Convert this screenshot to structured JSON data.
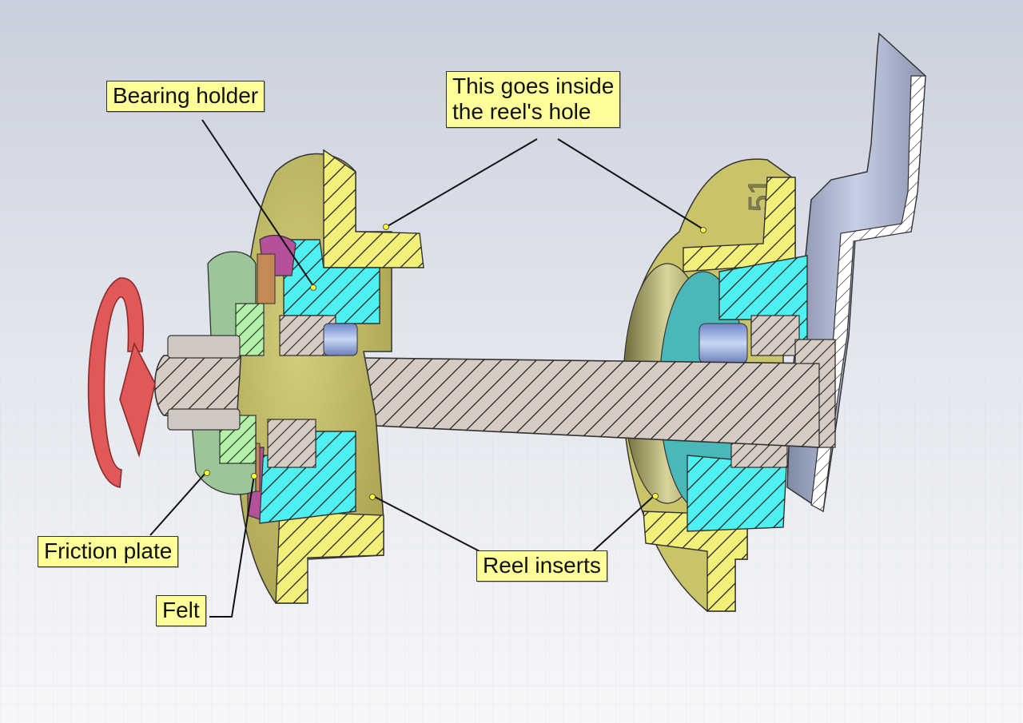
{
  "callouts": {
    "bearing_holder": "Bearing holder",
    "goes_inside": "This goes inside\nthe reel's hole",
    "friction_plate": "Friction plate",
    "felt": "Felt",
    "reel_inserts": "Reel inserts"
  },
  "part_marking": "51",
  "colors": {
    "reel_insert": "#c8c26a",
    "reel_insert_section": "#f3f07a",
    "bearing_holder": "#4ff0f0",
    "felt": "#b5509a",
    "friction_plate": "#b3f0a8",
    "shaft": "#d6ccc4",
    "bracket": "#c7d0e6",
    "rotation_arrow": "#e05858",
    "callout_bg": "#ffff99"
  }
}
